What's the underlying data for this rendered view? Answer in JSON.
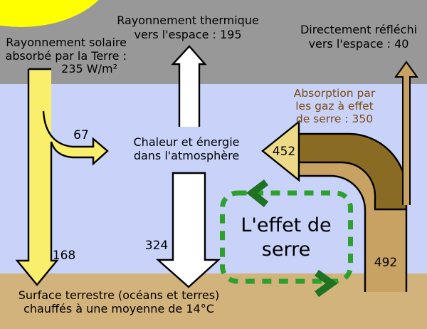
{
  "title": "Diagramme de l'effet de serre (bilan énergétique)",
  "colors": {
    "sky_gray": "#989898",
    "atmosphere_blue": "#c9d3f9",
    "ground_tan": "#d3b37c",
    "sun_yellow": "#ffff00",
    "arrow_yellow": "#f9ef6b",
    "arrow_white": "#ffffff",
    "pipe_dark_brown": "#8a6b24",
    "pipe_tan": "#c8a263",
    "arrowhead_tan": "#ecda89",
    "green_dash": "#2da02d",
    "green_arrow": "#1e7222",
    "absorption_text_brown": "#7b4a12",
    "outline_black": "#000000"
  },
  "labels": {
    "solar": {
      "line1": "Rayonnement solaire",
      "line2": "absorbé par la Terre :",
      "line3": "235 W/m²"
    },
    "thermal": {
      "line1": "Rayonnement thermique",
      "line2": "vers l'espace : 195"
    },
    "reflected": {
      "line1": "Directement réfléchi",
      "line2": "vers l'espace : 40"
    },
    "absorption": {
      "line1": "Absorption par",
      "line2": "les gaz à effet",
      "line3": "de serre : 350"
    },
    "heat": {
      "line1": "Chaleur et énergie",
      "line2": "dans l'atmosphère"
    },
    "greenhouse": {
      "line1": "L'effet de",
      "line2": "serre"
    },
    "surface": {
      "line1": "Surface terrestre (océans et terres)",
      "line2": "chauffés à une moyenne de 14°C"
    }
  },
  "values": {
    "branch_to_atmosphere": "67",
    "absorbed_by_surface": "168",
    "back_radiation": "324",
    "absorbed_by_gases": "452",
    "surface_emission": "492"
  }
}
